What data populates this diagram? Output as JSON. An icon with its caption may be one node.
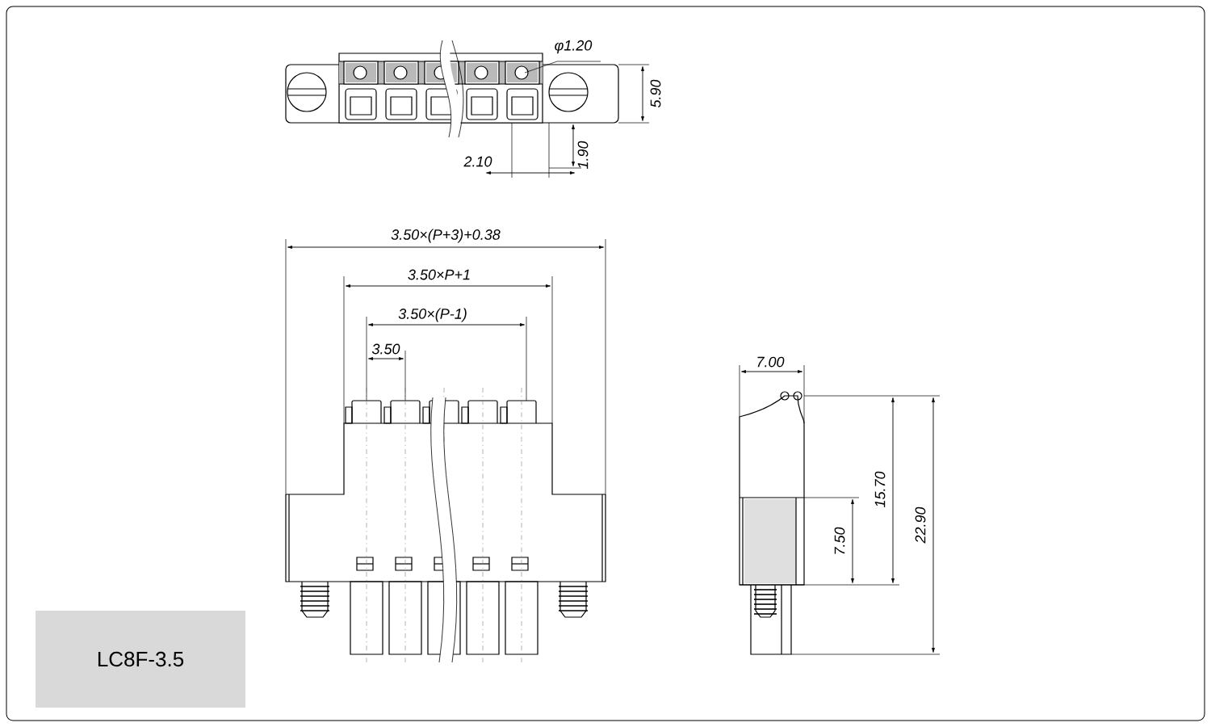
{
  "diagram": {
    "nodes": [
      {
        "text": [
          "LC8F-3.5"
        ]
      }
    ],
    "labels": [
      "φ1.20",
      "5.90",
      "2.10",
      "1.90",
      "3.50×(P+3)+0.38",
      "3.50×P+1",
      "3.50×(P-1)",
      "3.50",
      "7.00",
      "15.70",
      "7.50",
      "22.90"
    ]
  }
}
